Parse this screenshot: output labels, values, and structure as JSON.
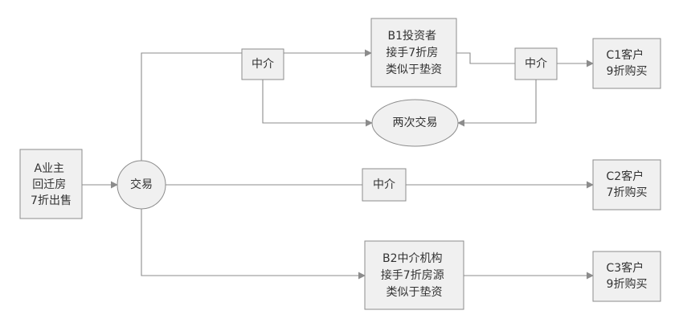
{
  "diagram": {
    "nodes": [
      {
        "id": "owner_a",
        "lines": [
          "A业主",
          "回迁房",
          "7折出售"
        ]
      },
      {
        "id": "trade",
        "lines": [
          "交易"
        ]
      },
      {
        "id": "broker_top",
        "lines": [
          "中介"
        ]
      },
      {
        "id": "investor_b1",
        "lines": [
          "B1投资者",
          "接手7折房",
          "类似于垫资"
        ]
      },
      {
        "id": "broker_right",
        "lines": [
          "中介"
        ]
      },
      {
        "id": "customer_c1",
        "lines": [
          "C1客户",
          "9折购买"
        ]
      },
      {
        "id": "double_trade",
        "lines": [
          "两次交易"
        ]
      },
      {
        "id": "broker_mid",
        "lines": [
          "中介"
        ]
      },
      {
        "id": "customer_c2",
        "lines": [
          "C2客户",
          "7折购买"
        ]
      },
      {
        "id": "agency_b2",
        "lines": [
          "B2中介机构",
          "接手7折房源",
          "类似于垫资"
        ]
      },
      {
        "id": "customer_c3",
        "lines": [
          "C3客户",
          "9折购买"
        ]
      }
    ],
    "colors": {
      "node_fill": "#f0f0f0",
      "node_border": "#8c8c8c",
      "edge": "#8c8c8c",
      "text": "#333333"
    }
  }
}
